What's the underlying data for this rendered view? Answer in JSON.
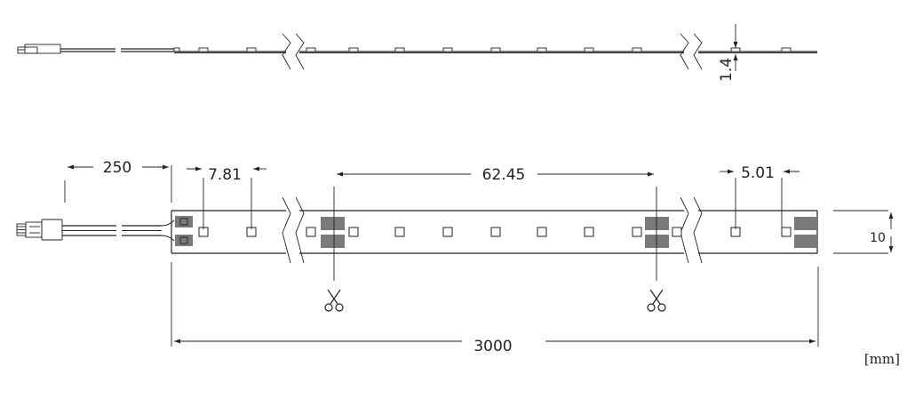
{
  "dimensions": {
    "lead_length": "250",
    "led_offset": "7.81",
    "cut_interval": "62.45",
    "end_offset": "5.01",
    "total_length": "3000",
    "height": "1.4",
    "width": "10"
  },
  "unit_label": "[mm]",
  "icons": {
    "cut_mark": "scissors-icon"
  },
  "colors": {
    "line": "#222222",
    "pad": "#7a7a7a"
  }
}
